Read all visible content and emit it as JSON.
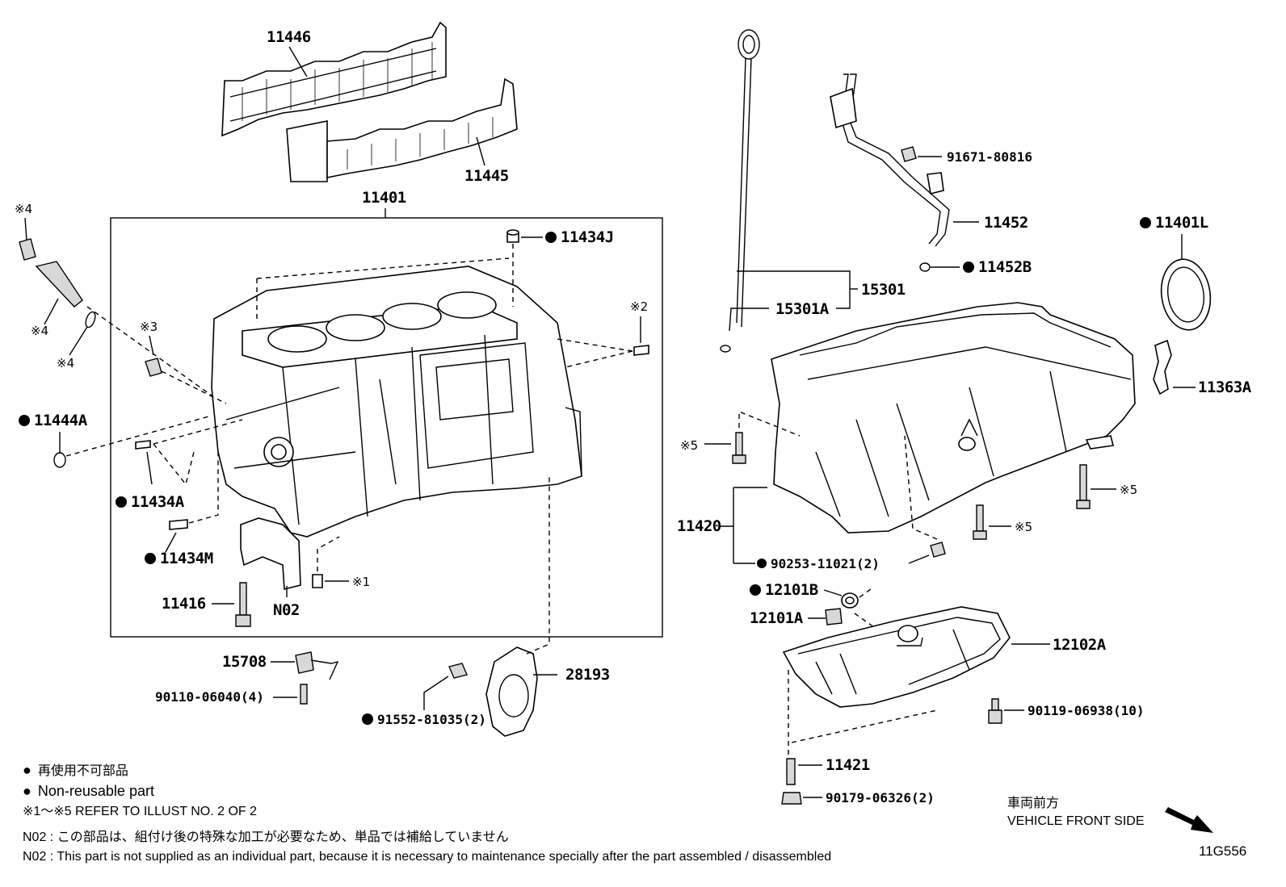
{
  "parts": {
    "p11446": "11446",
    "p11445": "11445",
    "p11401": "11401",
    "p11434J": "11434J",
    "p11434A": "11434A",
    "p11434M": "11434M",
    "p11444A": "11444A",
    "p11416": "11416",
    "pN02": "N02",
    "p15708": "15708",
    "p90110": "90110-06040(4)",
    "p28193": "28193",
    "p91552": "91552-81035(2)",
    "p15301": "15301",
    "p15301A": "15301A",
    "p91671": "91671-80816",
    "p11452": "11452",
    "p11452B": "11452B",
    "p11401L": "11401L",
    "p11363A": "11363A",
    "p11420": "11420",
    "p90253": "90253-11021(2)",
    "p12101B": "12101B",
    "p12101A": "12101A",
    "p12102A": "12102A",
    "p90119": "90119-06938(10)",
    "p11421": "11421",
    "p90179": "90179-06326(2)"
  },
  "refs": {
    "r1": "※1",
    "r2": "※2",
    "r3": "※3",
    "r4a": "※4",
    "r4b": "※4",
    "r4c": "※4",
    "r5a": "※5",
    "r5b": "※5",
    "r5c": "※5"
  },
  "notes": {
    "legend_jp": "再使用不可部品",
    "legend_en": "Non-reusable part",
    "refer": "※1～※5  REFER TO ILLUST NO. 2 OF 2",
    "n02_jp": "N02 : この部品は、組付け後の特殊な加工が必要なため、単品では補給していません",
    "n02_en": "N02 : This part is not supplied as an individual part, because it is necessary to maintenance specially after the part assembled / disassembled"
  },
  "front": {
    "jp": "車両前方",
    "en": "VEHICLE FRONT SIDE"
  },
  "illustration_id": "11G556",
  "bullet_symbol": "●"
}
